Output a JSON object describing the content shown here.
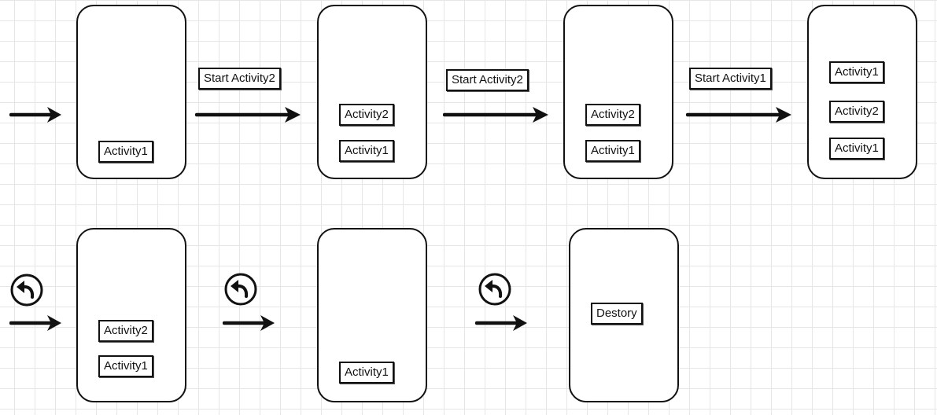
{
  "steps": [
    {
      "action": "",
      "stack": [
        "Activity1"
      ]
    },
    {
      "action": "Start Activity2",
      "stack": [
        "Activity2",
        "Activity1"
      ]
    },
    {
      "action": "Start Activity2",
      "stack": [
        "Activity2",
        "Activity1"
      ]
    },
    {
      "action": "Start Activity1",
      "stack": [
        "Activity1",
        "Activity2",
        "Activity1"
      ]
    },
    {
      "action": "back",
      "stack": [
        "Activity2",
        "Activity1"
      ]
    },
    {
      "action": "back",
      "stack": [
        "Activity1"
      ]
    },
    {
      "action": "back",
      "stack": [
        "Destory"
      ]
    }
  ],
  "icons": {
    "back": "back-arrow-icon",
    "next": "right-arrow-icon"
  }
}
